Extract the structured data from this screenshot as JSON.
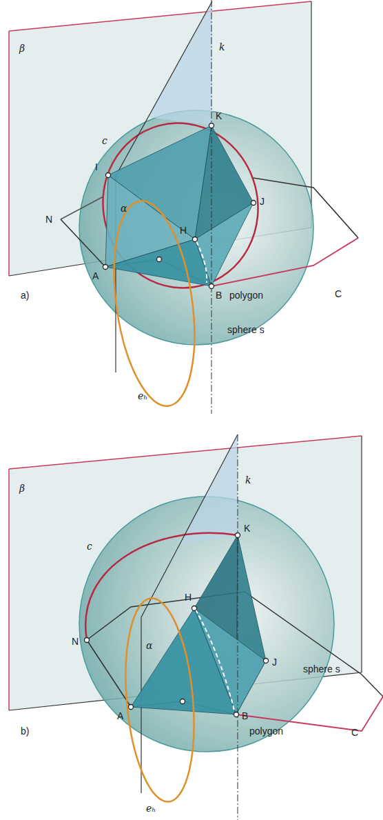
{
  "diagram": {
    "labels": [
      "β",
      "k",
      "c",
      "K",
      "I",
      "J",
      "α",
      "N",
      "H",
      "A",
      "B",
      "polygon",
      "C",
      "a)",
      "sphere s",
      "eₕ",
      "β",
      "k",
      "c",
      "K",
      "α",
      "H",
      "N",
      "J",
      "sphere s",
      "A",
      "B",
      "polygon",
      "C",
      "b)",
      "eₕ"
    ]
  }
}
